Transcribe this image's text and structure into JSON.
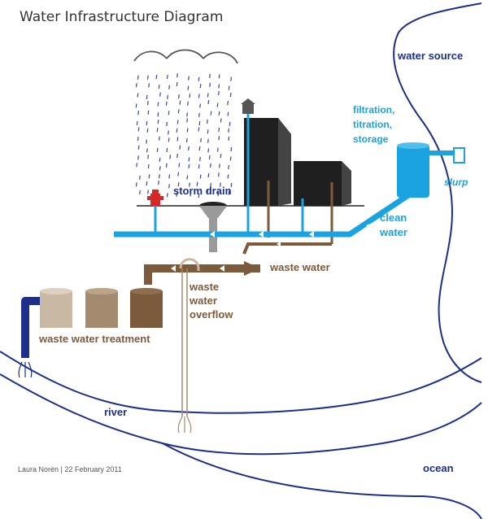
{
  "title": "Water Infrastructure Diagram",
  "credit": "Laura Norén  |  22 February 2011",
  "labels": {
    "water_source": "water source",
    "filtration_1": "filtration,",
    "filtration_2": "titration,",
    "filtration_3": "storage",
    "slurp": "slurp",
    "storm_drain": "storm drain",
    "clean_water_1": "clean",
    "clean_water_2": "water",
    "waste_water": "waste water",
    "overflow_1": "waste",
    "overflow_2": "water",
    "overflow_3": "overflow",
    "treatment": "waste water treatment",
    "river": "river",
    "ocean": "ocean"
  },
  "colors": {
    "clean": "#1aa3e0",
    "clean_dark": "#0e86c8",
    "waste": "#7b5b3c",
    "waste_light": "#a48a6e",
    "navy": "#1d2f8a",
    "label_blue": "#1aa3e0",
    "label_navy": "#1d2f8a",
    "label_brown": "#7b5b3c",
    "rain": "#3a48a0",
    "building": "#222222",
    "hydrant": "#d62828",
    "grey": "#9a9a9a"
  }
}
